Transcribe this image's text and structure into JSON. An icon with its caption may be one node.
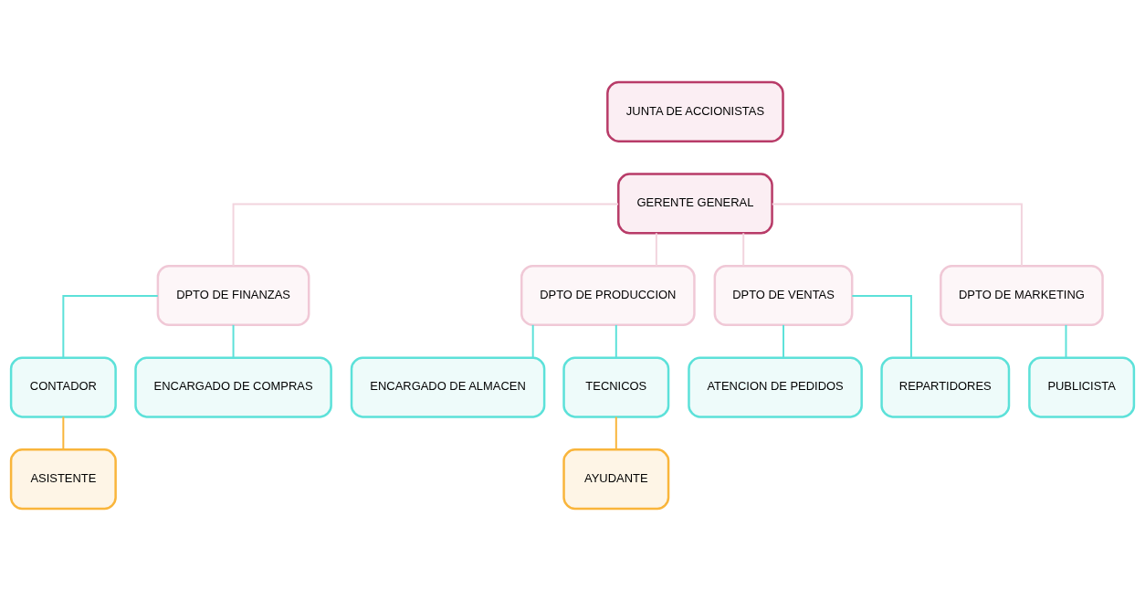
{
  "diagram": {
    "nodes": [
      {
        "text": [
          "JUNTA DE ACCIONISTAS"
        ]
      },
      {
        "text": [
          "GERENTE GENERAL"
        ]
      },
      {
        "text": [
          "DPTO DE FINANZAS"
        ]
      },
      {
        "text": [
          "DPTO DE PRODUCCION"
        ]
      },
      {
        "text": [
          "DPTO DE VENTAS"
        ]
      },
      {
        "text": [
          "DPTO DE MARKETING"
        ]
      },
      {
        "text": [
          "CONTADOR"
        ]
      },
      {
        "text": [
          "ENCARGADO DE COMPRAS"
        ]
      },
      {
        "text": [
          "ENCARGADO DE ALMACEN"
        ]
      },
      {
        "text": [
          "TECNICOS"
        ]
      },
      {
        "text": [
          "ATENCION DE PEDIDOS"
        ]
      },
      {
        "text": [
          "REPARTIDORES"
        ]
      },
      {
        "text": [
          "PUBLICISTA"
        ]
      },
      {
        "text": [
          "ASISTENTE"
        ]
      },
      {
        "text": [
          "AYUDANTE"
        ]
      }
    ],
    "edges": [
      {
        "from": 1,
        "to": 2,
        "arrow": "none",
        "color": "#f2d4de"
      },
      {
        "from": 1,
        "to": 3,
        "arrow": "none",
        "color": "#f2d4de"
      },
      {
        "from": 1,
        "to": 4,
        "arrow": "none",
        "color": "#f2d4de"
      },
      {
        "from": 1,
        "to": 5,
        "arrow": "none",
        "color": "#f2d4de"
      },
      {
        "from": 2,
        "to": 6,
        "arrow": "none"
      },
      {
        "from": 2,
        "to": 7,
        "arrow": "none"
      },
      {
        "from": 3,
        "to": 8,
        "arrow": "none"
      },
      {
        "from": 3,
        "to": 9,
        "arrow": "none"
      },
      {
        "from": 4,
        "to": 10,
        "arrow": "none"
      },
      {
        "from": 4,
        "to": 11,
        "arrow": "none"
      },
      {
        "from": 5,
        "to": 12,
        "arrow": "none"
      },
      {
        "from": 6,
        "to": 13,
        "arrow": "none",
        "color": "#f9b53b"
      },
      {
        "from": 9,
        "to": 14,
        "arrow": "none",
        "color": "#f9b53b"
      }
    ]
  }
}
